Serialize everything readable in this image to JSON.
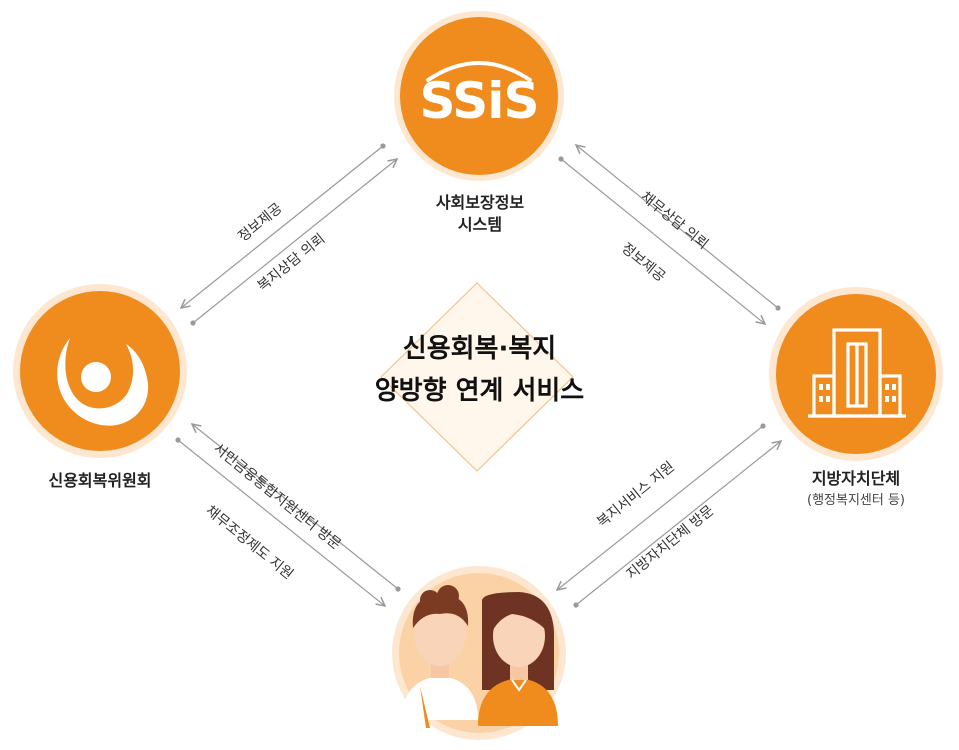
{
  "center": {
    "line1": "신용회복·복지",
    "line2": "양방향 연계 서비스"
  },
  "nodes": {
    "top": {
      "logo_text": "SSiS",
      "label_line1": "사회보장정보",
      "label_line2": "시스템"
    },
    "left": {
      "label": "신용회복위원회"
    },
    "right": {
      "label": "지방자치단체",
      "sublabel": "(행정복지센터 등)"
    }
  },
  "edges": {
    "top_left_a": "정보제공",
    "top_left_b": "복지상담 의뢰",
    "top_right_a": "채무상담 의뢰",
    "top_right_b": "정보제공",
    "left_bottom_a": "서민금융통합지원센터 방문",
    "left_bottom_b": "채무조정제도 지원",
    "right_bottom_a": "복지서비스 지원",
    "right_bottom_b": "지방자치단체 방문"
  },
  "colors": {
    "orange": "#F08C1E",
    "orange_light": "#FAD2A6",
    "arrow_gray": "#9a9a9a",
    "diamond": "#F4C48E"
  }
}
